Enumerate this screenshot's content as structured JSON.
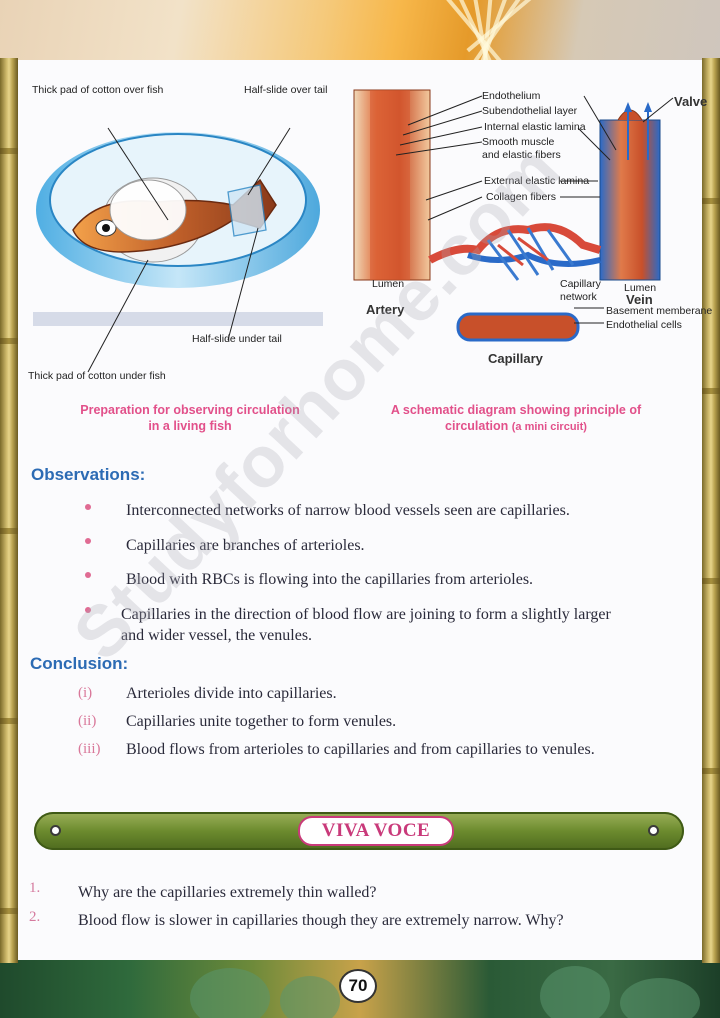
{
  "fish_figure": {
    "label_cotton_over": "Thick pad of cotton over fish",
    "label_slide_over": "Half-slide over tail",
    "label_slide_under": "Half-slide under tail",
    "label_cotton_under": "Thick pad of cotton under fish",
    "caption_line1": "Preparation for observing circulation",
    "caption_line2": "in a living fish"
  },
  "circulation_figure": {
    "labels": {
      "endothelium": "Endothelium",
      "subendothelial": "Subendothelial layer",
      "internal_elastic": "Internal elastic lamina",
      "smooth_muscle_1": "Smooth muscle",
      "smooth_muscle_2": "and elastic fibers",
      "external_elastic": "External elastic lamina",
      "collagen": "Collagen fibers",
      "valve": "Valve",
      "lumen_artery": "Lumen",
      "artery": "Artery",
      "capillary_network_1": "Capillary",
      "capillary_network_2": "network",
      "lumen_vein": "Lumen",
      "vein": "Vein",
      "basement": "Basement memberane",
      "endothelial_cells": "Endothelial cells",
      "capillary": "Capillary"
    },
    "caption_line1": "A schematic diagram showing principle of",
    "caption_line2_main": "circulation",
    "caption_line2_small": "(a mini circuit)"
  },
  "observations": {
    "heading": "Observations:",
    "items": [
      "Interconnected networks of narrow blood vessels seen are capillaries.",
      "Capillaries are branches of arterioles.",
      "Blood with RBCs is flowing into the capillaries from arterioles.",
      "Capillaries in the direction of blood flow are joining to form a slightly larger",
      "and wider vessel, the venules."
    ]
  },
  "conclusion": {
    "heading": "Conclusion:",
    "items": [
      {
        "num": "(i)",
        "text": "Arterioles divide into capillaries."
      },
      {
        "num": "(ii)",
        "text": "Capillaries unite together to form venules."
      },
      {
        "num": "(iii)",
        "text": "Blood flows from arterioles to capillaries and from capillaries to venules."
      }
    ]
  },
  "viva_voce": {
    "title": "VIVA VOCE",
    "questions": [
      {
        "num": "1.",
        "text": "Why are the capillaries extremely thin walled?"
      },
      {
        "num": "2.",
        "text": "Blood flow is slower in capillaries though they are extremely narrow. Why?"
      }
    ]
  },
  "page_number": "70",
  "watermark": "Studyforhome.com",
  "colors": {
    "heading_blue": "#2c6bb4",
    "caption_pink": "#e2508a",
    "viva_green": "#6c8b2e",
    "viva_title_magenta": "#c93a7a"
  }
}
